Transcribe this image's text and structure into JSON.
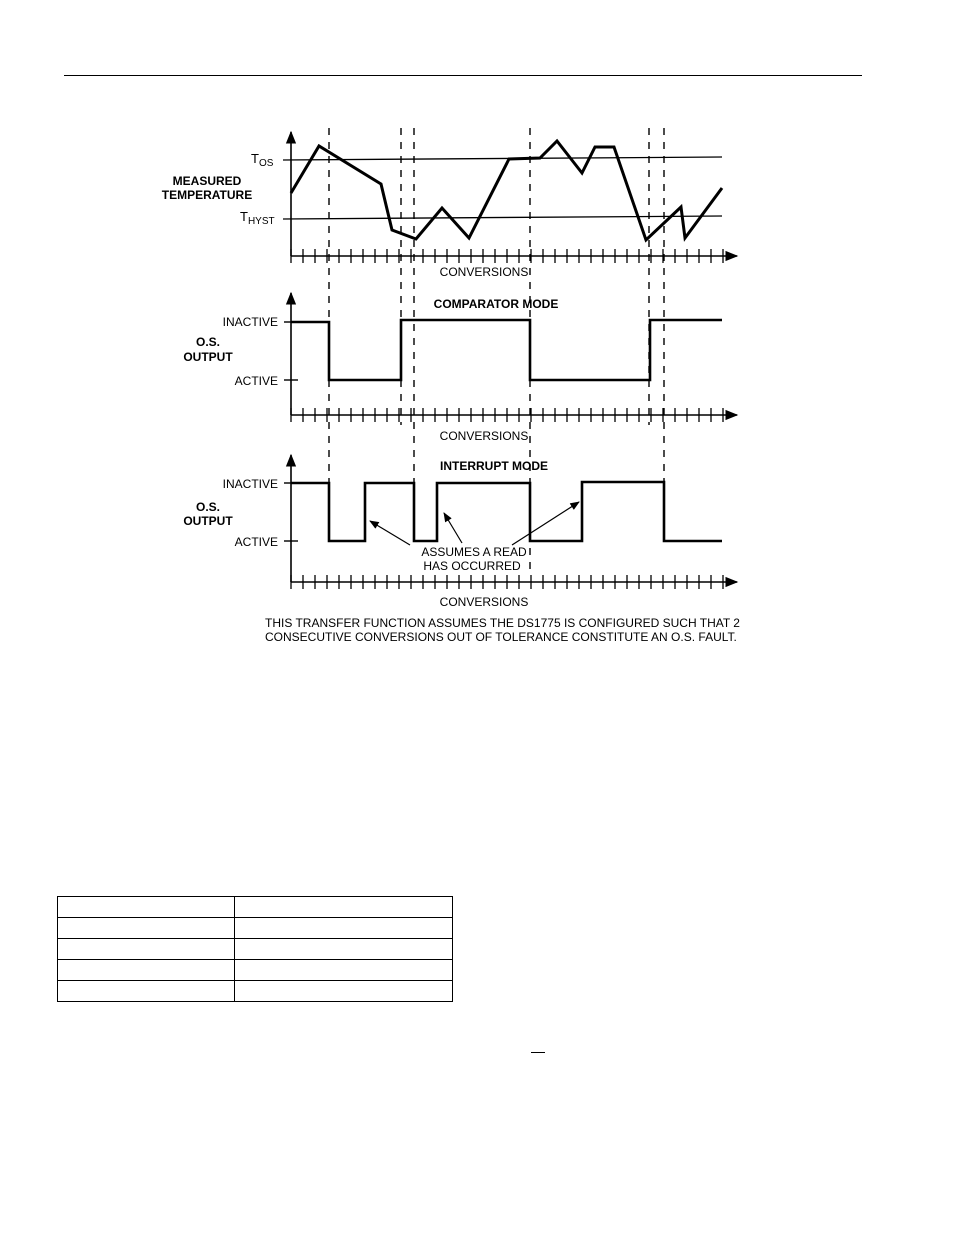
{
  "diagram": {
    "top": {
      "y_label_line1": "MEASURED",
      "y_label_line2": "TEMPERATURE",
      "tos": {
        "base": "T",
        "sub": "OS"
      },
      "thyst": {
        "base": "T",
        "sub": "HYST"
      },
      "x_label": "CONVERSIONS"
    },
    "comparator": {
      "title": "COMPARATOR MODE",
      "inactive_label": "INACTIVE",
      "active_label": "ACTIVE",
      "y_label_line1": "O.S.",
      "y_label_line2": "OUTPUT",
      "x_label": "CONVERSIONS"
    },
    "interrupt": {
      "title": "INTERRUPT MODE",
      "inactive_label": "INACTIVE",
      "active_label": "ACTIVE",
      "y_label_line1": "O.S.",
      "y_label_line2": "OUTPUT",
      "annotation_line1": "ASSUMES A READ",
      "annotation_line2": "HAS OCCURRED",
      "x_label": "CONVERSIONS"
    },
    "note_line1": "THIS TRANSFER FUNCTION ASSUMES THE DS1775 IS CONFIGURED SUCH THAT 2",
    "note_line2": "CONSECUTIVE CONVERSIONS OUT OF TOLERANCE CONSTITUTE AN O.S. FAULT."
  },
  "table": {
    "rows": 5,
    "columns": 2
  }
}
